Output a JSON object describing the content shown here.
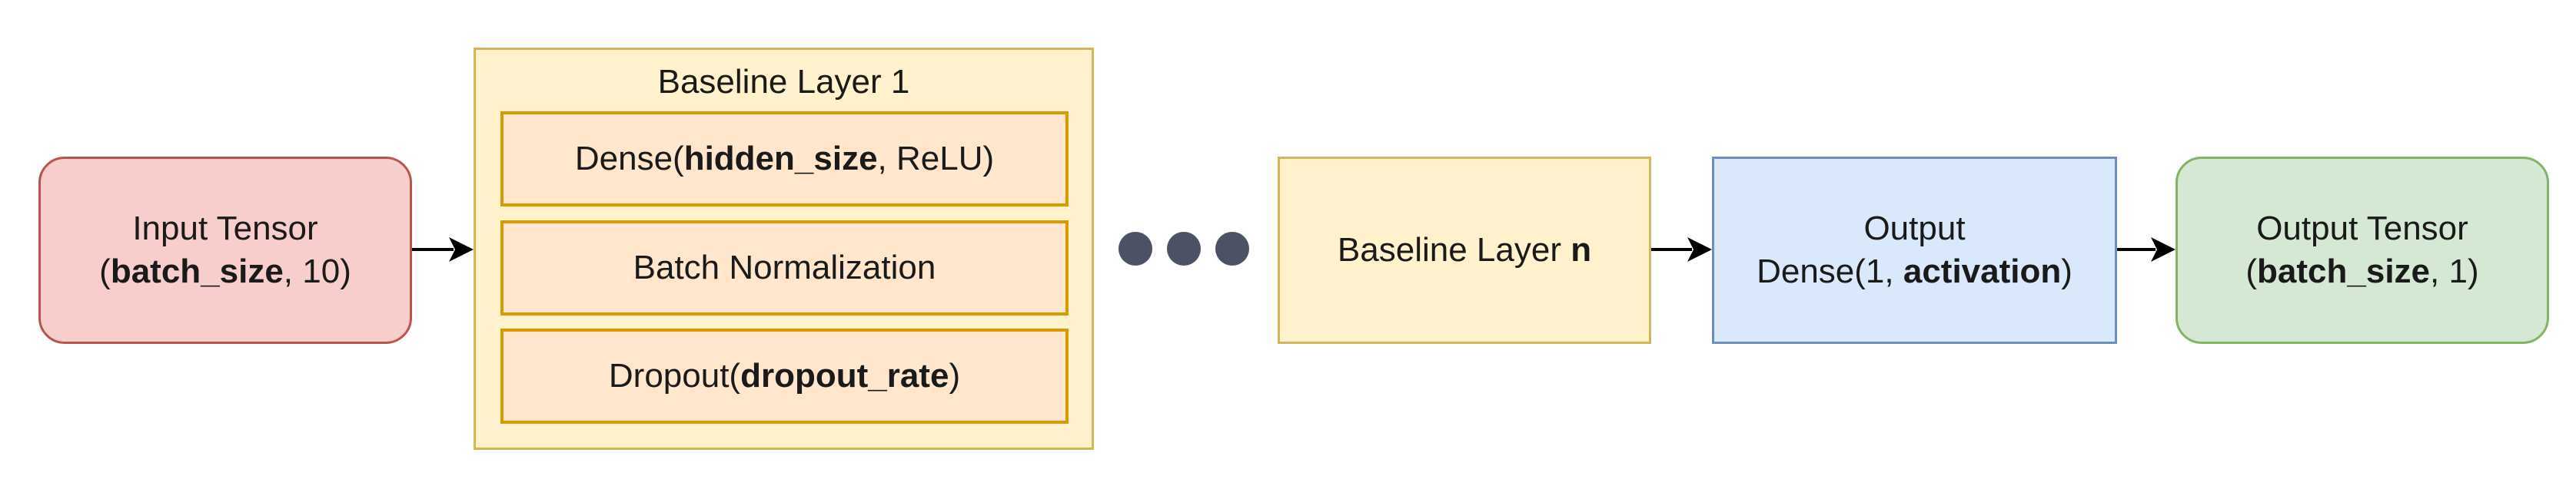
{
  "input_tensor": {
    "line1": "Input Tensor",
    "open": "(",
    "bold": "batch_size",
    "rest": ", 10)"
  },
  "baseline_layer_1": {
    "title": "Baseline Layer 1",
    "dense": {
      "prefix": "Dense(",
      "bold": "hidden_size",
      "suffix": ", ReLU)"
    },
    "batch_norm": "Batch Normalization",
    "dropout": {
      "prefix": "Dropout(",
      "bold": "dropout_rate",
      "suffix": ")"
    }
  },
  "baseline_layer_n": {
    "prefix": "Baseline Layer ",
    "bold": "n"
  },
  "output_layer": {
    "line1": "Output",
    "prefix": "Dense(1, ",
    "bold": "activation",
    "suffix": ")"
  },
  "output_tensor": {
    "line1": "Output Tensor",
    "open": "(",
    "bold": "batch_size",
    "rest": ", 1)"
  },
  "colors": {
    "input_fill": "#f8cecc",
    "input_stroke": "#b85450",
    "baseline_fill": "#fff2cc",
    "baseline_stroke": "#d6b656",
    "sublayer_fill": "#ffe6cc",
    "sublayer_stroke": "#d79b00",
    "output_fill": "#dae8fc",
    "output_stroke": "#6c8ebf",
    "tensor_out_fill": "#d5e8d4",
    "tensor_out_stroke": "#82b366",
    "dots": "#4a5264"
  }
}
